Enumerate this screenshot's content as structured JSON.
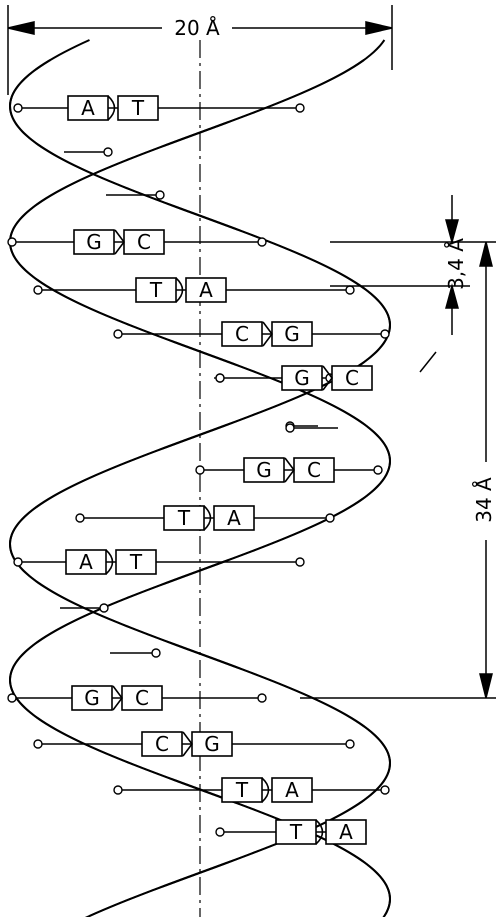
{
  "dimensions": {
    "width_label": "20 Å",
    "rise_label": "3,4 Å",
    "pitch_label": "34 Å"
  },
  "pairs": [
    {
      "left": "A",
      "right": "T"
    },
    {
      "left": "G",
      "right": "C"
    },
    {
      "left": "T",
      "right": "A"
    },
    {
      "left": "C",
      "right": "G"
    },
    {
      "left": "G",
      "right": "C"
    },
    {
      "left": "G",
      "right": "C"
    },
    {
      "left": "T",
      "right": "A"
    },
    {
      "left": "A",
      "right": "T"
    },
    {
      "left": "G",
      "right": "C"
    },
    {
      "left": "C",
      "right": "G"
    },
    {
      "left": "T",
      "right": "A"
    },
    {
      "left": "T",
      "right": "A"
    }
  ]
}
